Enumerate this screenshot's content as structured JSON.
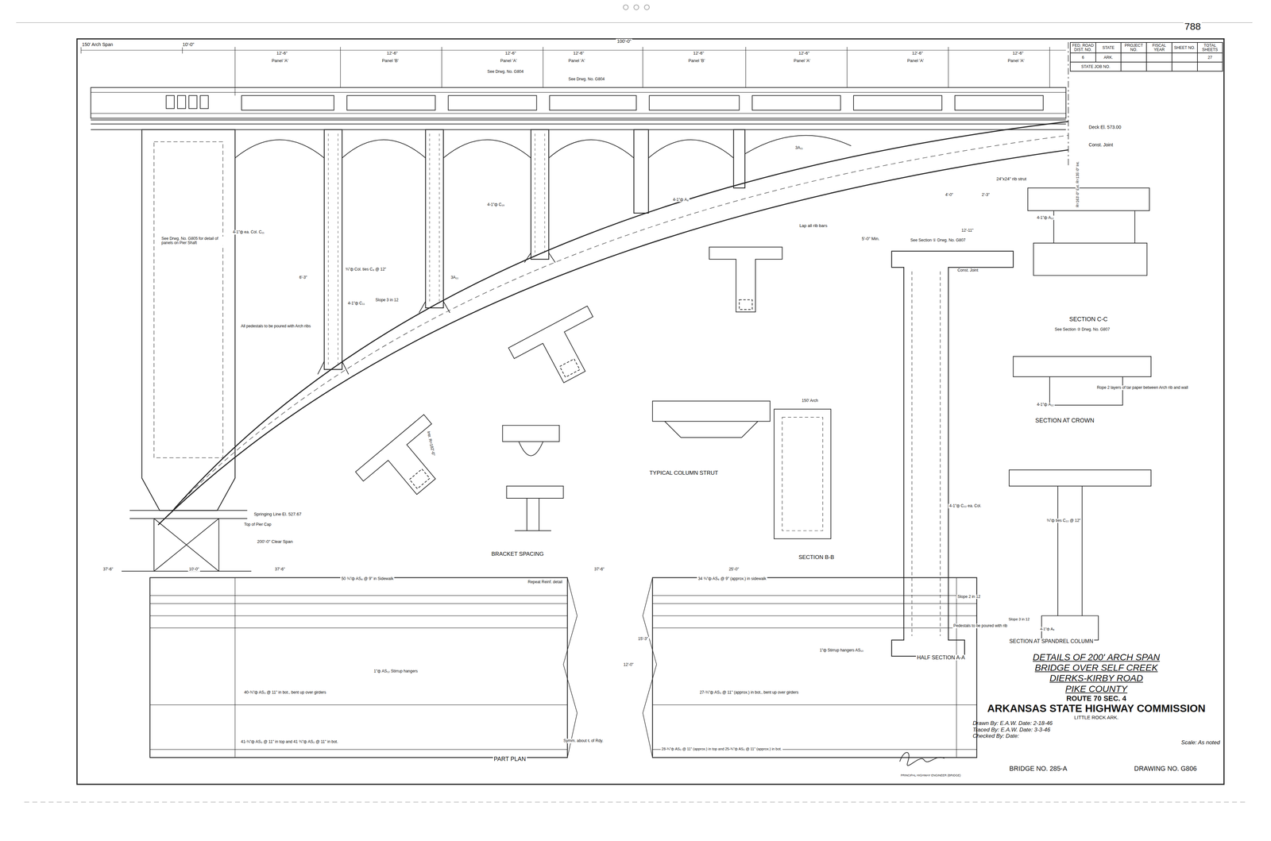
{
  "diagram": {
    "title": "DETAILS OF 200' ARCH SPAN",
    "nodes": [
      {
        "text": [
          "DETAILS OF 200' ARCH SPAN",
          "BRIDGE OVER SELF CREEK",
          "DIERKS-KIRBY ROAD",
          "PIKE COUNTY",
          "ROUTE 70 SEC. 4",
          "ARKANSAS STATE HIGHWAY COMMISSION",
          "LITTLE ROCK ARK.",
          "Drawn By: E.A.W. Date: 2-18-46",
          "Traced By: E.A.W. Date: 3-3-46",
          "Checked By: Date:",
          "Scale: As noted"
        ]
      },
      {
        "text": [
          "FED. ROAD DIST. NO.",
          "STATE",
          "PROJECT NO.",
          "FISCAL YEAR",
          "SHEET NO.",
          "TOTAL SHEETS",
          "6",
          "ARK.",
          "STATE JOB NO.",
          "27"
        ]
      }
    ],
    "labels": [
      "788",
      "150' Arch Span",
      "10'-0\"",
      "100'-0\"",
      "12'-6\"",
      "Panel 'A'",
      "12'-6\"",
      "Panel 'B'",
      "12'-6\"",
      "Panel 'A'",
      "12'-6\"",
      "Panel 'A'",
      "12'-6\"",
      "Panel 'B'",
      "12'-6\"",
      "Panel 'A'",
      "12'-6\"",
      "Panel 'A'",
      "12'-6\"",
      "Panel 'A'",
      "See Drwg. No. G804",
      "See Drwg. No. G804",
      "Deck El. 573.00",
      "Const. Joint",
      "24\"x24\" rib strut",
      "Lap all rib bars",
      "5'-0\" Min.",
      "See Drwg. No. G805 for detail of panels on Pier Shaft",
      "All pedestals to be poured with Arch ribs",
      "Slope 3 in 12",
      "Springing Line El. 527.67",
      "Top of Pier Cap",
      "200'-0\" Clear Span",
      "BRACKET SPACING",
      "TYPICAL COLUMN STRUT",
      "SECTION B-B",
      "150' Arch",
      "SECTION C-C",
      "See Section ② Drwg. No. G807",
      "SECTION AT CROWN",
      "SECTION AT SPANDREL COLUMN",
      "HALF SECTION A-A",
      "PART PLAN",
      "See Section ① Drwg. No. G807",
      "Const. Joint",
      "12'-11\"",
      "Pedestals to be poured with rib",
      "Slope 2 in 12",
      "Rope 2 layers of tar paper between Arch rib and wall",
      "Symm. about ℄ of Rdy.",
      "50 ¾\"ф AS₈ @ 9\" in Sidewalk",
      "34 ¾\"ф AS₈ @ 9\" (approx.) in sidewalk",
      "37'-6\"",
      "10'-0\"",
      "37'-6\"",
      "37'-6\"",
      "25'-0\"",
      "Repeat Reinf. detail",
      "15'-3\"",
      "12'-0\"",
      "40-¾\"ф AS₃ @ 11\" in bot., bent up over girders",
      "41-¾\"ф AS₃ @ 11\" in top and 41 ¾\"ф AS₂ @ 11\" in bot.",
      "27-¾\"ф AS₃ @ 11\" (approx.) in bot., bent up over girders",
      "28-¾\"ф AS₃ @ 11\" (approx.) in top and 25-¾\"ф AS₂ @ 11\" (approx.) in bot.",
      "1\"ф AS₁₂ Stirrup hangers",
      "1\"ф Stirrup hangers AS₁₀",
      "4-1\"ф ea. Col. C₁₁",
      "¾\"ф Col. ties C₈ @ 12\"",
      "4-1\"ф C₁₉",
      "4-1\"ф A₈",
      "3A₁₁",
      "3A₁₁",
      "Intr. R=182'-0\"",
      "R=163'-0\" Ext. R=135'-0\" Int.",
      "PRINCIPAL HIGHWAY ENGINEER (BRIDGE)",
      "BRIDGE NO. 285-A",
      "DRAWING NO. G806",
      "4-1\"ф A₁₂",
      "4'-0\"",
      "2'-3\"",
      "6'-3\"",
      "4-1\"ф C₁₁",
      "4-1\"ф A₁₂",
      "4-1\"ф C₂₂ ea. Col.",
      "Slope 3 in 12",
      "4-1\"ф A₈",
      "¾\"ф ties C₂₂ @ 12\""
    ]
  }
}
